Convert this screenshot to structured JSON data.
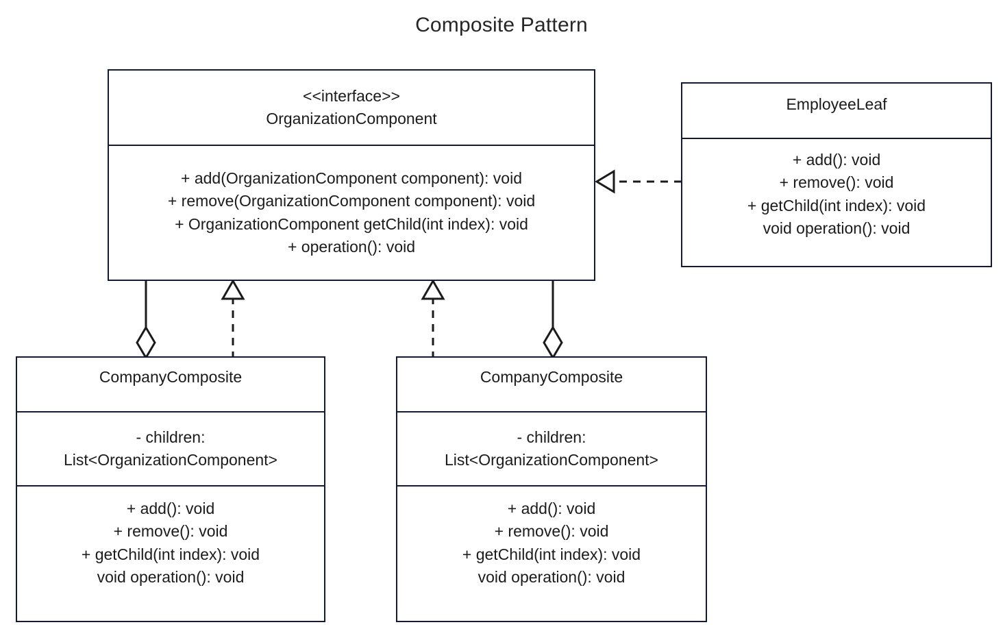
{
  "diagram": {
    "title": "Composite Pattern",
    "line_color": "#141a35",
    "text_color": "#1b1b1b",
    "background": "#ffffff"
  },
  "classes": {
    "organization_component": {
      "stereotype": "<<interface>>",
      "name": "OrganizationComponent",
      "methods": [
        "+   add(OrganizationComponent component): void",
        "+  remove(OrganizationComponent component): void",
        "+  OrganizationComponent getChild(int index): void",
        "+  operation(): void"
      ]
    },
    "employee_leaf": {
      "name": "EmployeeLeaf",
      "methods": [
        "+   add(): void",
        "+  remove(): void",
        "+  getChild(int index): void",
        "void operation(): void"
      ]
    },
    "company_composite_left": {
      "name": "CompanyComposite",
      "attributes": [
        "-   children:",
        "List<OrganizationComponent>"
      ],
      "methods": [
        "+   add(): void",
        "+  remove(): void",
        "+  getChild(int index): void",
        "void operation(): void"
      ]
    },
    "company_composite_right": {
      "name": "CompanyComposite",
      "attributes": [
        "-   children:",
        "List<OrganizationComponent>"
      ],
      "methods": [
        "+   add(): void",
        "+  remove(): void",
        "+  getChild(int index): void",
        "void operation(): void"
      ]
    }
  },
  "connectors": [
    {
      "id": "realization-employeeleaf-to-component",
      "type": "realization",
      "style": "dashed",
      "arrowhead": "hollow-triangle",
      "from": "EmployeeLeaf",
      "to": "OrganizationComponent"
    },
    {
      "id": "aggregation-component-to-companycomposite-left",
      "type": "aggregation",
      "style": "solid",
      "arrowhead": "hollow-diamond",
      "from": "OrganizationComponent",
      "to": "CompanyComposite"
    },
    {
      "id": "realization-companycomposite-left-to-component",
      "type": "realization",
      "style": "dashed",
      "arrowhead": "hollow-triangle",
      "from": "CompanyComposite",
      "to": "OrganizationComponent"
    },
    {
      "id": "realization-companycomposite-right-to-component",
      "type": "realization",
      "style": "dashed",
      "arrowhead": "hollow-triangle",
      "from": "CompanyComposite",
      "to": "OrganizationComponent"
    },
    {
      "id": "aggregation-component-to-companycomposite-right",
      "type": "aggregation",
      "style": "solid",
      "arrowhead": "hollow-diamond",
      "from": "OrganizationComponent",
      "to": "CompanyComposite"
    }
  ]
}
